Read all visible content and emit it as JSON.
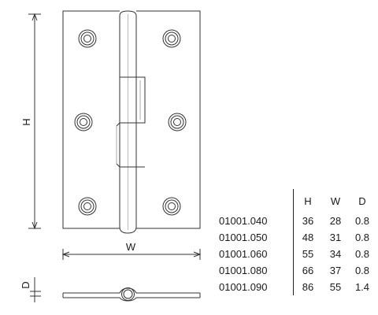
{
  "dimensions": {
    "height_label": "H",
    "width_label": "W",
    "depth_label": "D"
  },
  "table": {
    "headers": [
      "",
      "H",
      "W",
      "D"
    ],
    "rows": [
      [
        "01001.040",
        "36",
        "28",
        "0.8"
      ],
      [
        "01001.050",
        "48",
        "31",
        "0.8"
      ],
      [
        "01001.060",
        "55",
        "34",
        "0.8"
      ],
      [
        "01001.080",
        "66",
        "37",
        "0.8"
      ],
      [
        "01001.090",
        "86",
        "55",
        "1.4"
      ]
    ]
  }
}
